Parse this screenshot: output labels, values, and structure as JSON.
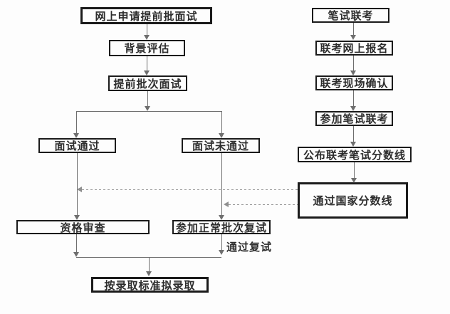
{
  "diagram": {
    "type": "flowchart",
    "background_color": "#fdfdfd",
    "box_border_color": "#1b1b1b",
    "connector_color": "#6e6e6e",
    "text_color": "#2d2d2d",
    "nodes": {
      "apply_online": {
        "label": "网上申请提前批面试"
      },
      "background_eval": {
        "label": "背景评估"
      },
      "early_interview": {
        "label": "提前批次面试"
      },
      "interview_pass": {
        "label": "面试通过"
      },
      "interview_fail": {
        "label": "面试未通过"
      },
      "qualification_review": {
        "label": "资格审查"
      },
      "normal_retest": {
        "label": "参加正常批次复试"
      },
      "final_admission": {
        "label": "按录取标准拟录取"
      },
      "written_exam": {
        "label": "笔试联考"
      },
      "exam_online_register": {
        "label": "联考网上报名"
      },
      "exam_onsite_confirm": {
        "label": "联考现场确认"
      },
      "take_written_exam": {
        "label": "参加笔试联考"
      },
      "publish_score_line": {
        "label": "公布联考笔试分数线"
      },
      "pass_national_line": {
        "label": "通过国家分数线"
      }
    },
    "edge_labels": {
      "pass_retest": {
        "label": "通过复试"
      }
    }
  }
}
